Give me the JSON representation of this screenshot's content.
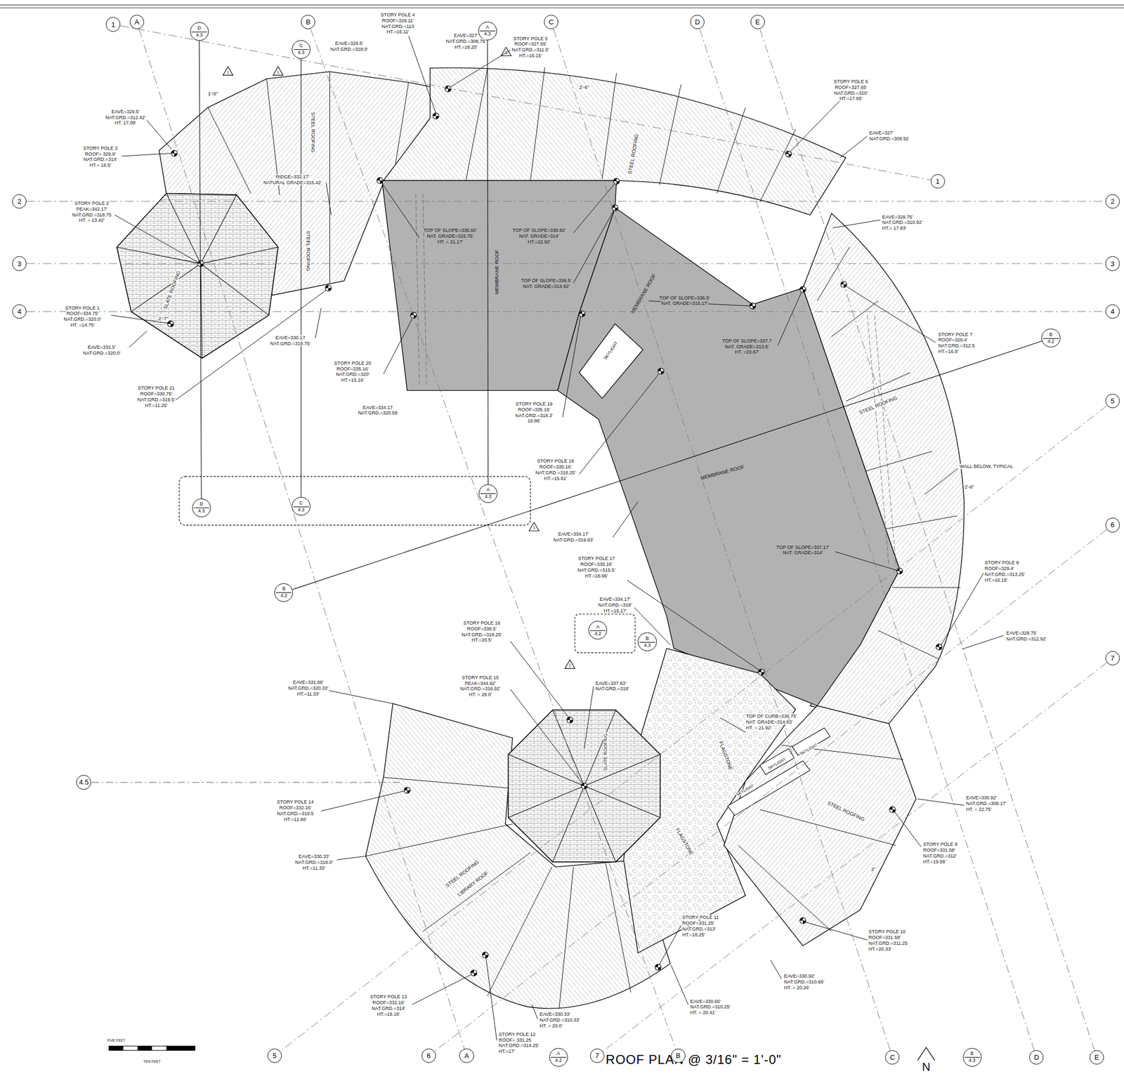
{
  "diagram": {
    "title": "ROOF PLAN @ 3/16\" = 1'-0\"",
    "nodes": [
      {
        "text": [
          "1"
        ]
      },
      {
        "text": [
          "A"
        ]
      },
      {
        "text": [
          "B"
        ]
      },
      {
        "text": [
          "C"
        ]
      },
      {
        "text": [
          "D"
        ]
      },
      {
        "text": [
          "E"
        ]
      },
      {
        "text": [
          "1"
        ]
      },
      {
        "text": [
          "2"
        ]
      },
      {
        "text": [
          "2"
        ]
      },
      {
        "text": [
          "3"
        ]
      },
      {
        "text": [
          "3"
        ]
      },
      {
        "text": [
          "4"
        ]
      },
      {
        "text": [
          "4"
        ]
      },
      {
        "text": [
          "5"
        ]
      },
      {
        "text": [
          "6"
        ]
      },
      {
        "text": [
          "7"
        ]
      },
      {
        "text": [
          "4.5"
        ]
      },
      {
        "text": [
          "5"
        ]
      },
      {
        "text": [
          "6"
        ]
      },
      {
        "text": [
          "A"
        ]
      },
      {
        "text": [
          "7"
        ]
      },
      {
        "text": [
          "B"
        ]
      },
      {
        "text": [
          "C"
        ]
      },
      {
        "text": [
          "D"
        ]
      },
      {
        "text": [
          "E"
        ]
      },
      {
        "text": [
          "D",
          "4.3"
        ]
      },
      {
        "text": [
          "C",
          "4.3"
        ]
      },
      {
        "text": [
          "A",
          "4.3"
        ]
      },
      {
        "text": [
          "B",
          "4.2"
        ]
      },
      {
        "text": [
          "D",
          "4.3"
        ]
      },
      {
        "text": [
          "C",
          "4.3"
        ]
      },
      {
        "text": [
          "A",
          "4.3"
        ]
      },
      {
        "text": [
          "B",
          "4.2"
        ]
      },
      {
        "text": [
          "A",
          "4.2"
        ]
      },
      {
        "text": [
          "B",
          "4.3"
        ]
      },
      {
        "text": [
          "A",
          "4.2"
        ]
      },
      {
        "text": [
          "B",
          "4.3"
        ]
      }
    ],
    "edges": [
      {
        "from": 0,
        "to": 6,
        "arrow": "none"
      },
      {
        "from": 7,
        "to": 8,
        "arrow": "none"
      },
      {
        "from": 9,
        "to": 10,
        "arrow": "none"
      },
      {
        "from": 11,
        "to": 12,
        "arrow": "none"
      },
      {
        "from": 1,
        "to": 19,
        "arrow": "none"
      },
      {
        "from": 2,
        "to": 21,
        "arrow": "none"
      },
      {
        "from": 3,
        "to": 22,
        "arrow": "none"
      },
      {
        "from": 4,
        "to": 23,
        "arrow": "none"
      },
      {
        "from": 5,
        "to": 24,
        "arrow": "none"
      },
      {
        "from": 13,
        "to": 17,
        "arrow": "none"
      },
      {
        "from": 14,
        "to": 18,
        "arrow": "none"
      },
      {
        "from": 15,
        "to": 20,
        "arrow": "none"
      },
      {
        "from": 25,
        "to": 29,
        "arrow": "none"
      },
      {
        "from": 26,
        "to": 30,
        "arrow": "none"
      },
      {
        "from": 27,
        "to": 31,
        "arrow": "none"
      },
      {
        "from": 28,
        "to": 32,
        "arrow": "none"
      }
    ],
    "labels": [
      "STORY POLE 4",
      "ROOF=329.11'",
      "NAT.GRD.=113",
      "HT.=16.11'",
      "EAVE=329.5'",
      "NAT.GRD.=318.0'",
      "EAVE=327'",
      "NAT.GRD.=308.75'",
      "HT.=18.25'",
      "STORY POLE 5",
      "ROOF=327.65'",
      "NAT.GRD.=311.5'",
      "HT.=16.15'",
      "STORY POLE 6",
      "ROOF=327.65'",
      "NAT.GRD.=310'",
      "HT.=17.65'",
      "EAVE=327'",
      "NAT.GRD.=308.92",
      "EAVE=329.5'",
      "NAT.GRD.=312.42'",
      "HT. 17.08'",
      "STORY POLE 3",
      "ROOF= 329.9'",
      "NAT.GRD.=314'",
      "HT.= 18.5'",
      "RIDGE=333.17'",
      "NATURAL GRADE=316.42'",
      "STORY POLE 2",
      "PEAK=342.17'",
      "NAT.GRD.=318.75",
      "HT. = 23.42'",
      "TOP OF SLOPE=336.92'",
      "NAT. GRADE=315.75'",
      "HT. = 21.17'",
      "TOP OF SLOPE=336.92'",
      "NAT. GRADE=314'",
      "HT.=22.92'",
      "TOP OF SLOPE=336.5'",
      "NAT. GRADE=314.92'",
      "TOP OF SLOPE=336.5'",
      "NAT. GRADE=315.17'",
      "EAVE=328.75'",
      "NAT.GRD.=310.92'",
      "HT.= 17.83'",
      "STORY POLE 1",
      "ROOF=334.75'",
      "NAT.GRD.=320.0'",
      "HT. =14.75'",
      "EAVE=332.5'",
      "NAT.GRD.=320.0'",
      "EAVE=330.17",
      "NAT.GRD.=319.75'",
      "TOP OF SLOPE=337.7",
      "NAT. GRADE=313.5'",
      "HT. =23.67'",
      "STORY POLE 7",
      "ROOF=329.4'",
      "NAT.GRD.=312.5",
      "HT.=16.9'",
      "STORY POLE 20",
      "ROOF=335.16'",
      "NAT.GRD.=320'",
      "HT.=15.16'",
      "STORY POLE 21",
      "ROOF=330.75'",
      "NAT.GRD.=319.5'",
      "HT.=11.25'",
      "EAVE=334.17",
      "NAT.GRD.=320.58",
      "STORY POLE 19",
      "ROOF=335.16'",
      "NAT.GRD.=318.3'",
      "16.86'",
      "WALL BELOW, TYPICAL",
      "2'-6\"",
      "STORY POLE 18",
      "ROOF=335.16'",
      "NAT.GRD.=318.25'",
      "HT.=15.91'",
      "EAVE=334.17'",
      "NAT.GRD.=319.83'",
      "TOP OF SLOPE=337.17'",
      "NAT. GRADE=314'",
      "STORY POLE 17",
      "ROOF=335.16'",
      "NAT.GRD.=315.5'",
      "HT.=18.66'",
      "EAVE=334.17'",
      "NAT.GRD.=318'",
      "HT.=15.17'",
      "STORY POLE 8",
      "ROOF=329.4'",
      "NAT.GRD.=313.25'",
      "HT.=16.15'",
      "EAVE=329.75'",
      "NAT.GRD.=312.92'",
      "STORY POLE 16",
      "ROOF=338.5'",
      "NAT.GRD.=318.25'",
      "HT.=20.5'",
      "STORY POLE 15",
      "PEAK=344.92'",
      "NAT.GRD.=316.92'",
      "HT. = 28.0'",
      "EAVE=337.83'",
      "NAT.GRD.=318'",
      "EAVE=331.66'",
      "NAT.GRD.=320.33'",
      "HT.=11.33'",
      "TOP OF CURB=336.75'",
      "NAT. GRADE=314.83'",
      "HT. = 21.92'",
      "STORY POLE 14",
      "ROOF=332.16'",
      "NAT.GRD.=319.5",
      "HT.=12.66'",
      "EAVE=330.92'",
      "NAT.GRD.=308.17'",
      "HT. = 22.75'",
      "EAVE=330.33'",
      "NAT.GRD.=319.0'",
      "HT.=11.33'",
      "STORY POLE 9",
      "ROOF=331.58'",
      "NAT.GRD.=312'",
      "HT.=19.58'",
      "STORY POLE 11",
      "ROOF=331.25'",
      "NAT.GRD.=313'",
      "HT.=18.25'",
      "STORY POLE 10",
      "ROOF=331.58'",
      "NAT.GRD.=311.25",
      "HT.=20.33'",
      "EAVE=330.92'",
      "NAT.GRD.=310.66'",
      "HT. = 20.26'",
      "STORY POLE 13",
      "ROOF=332.16'",
      "NAT.GRD.=314'",
      "HT.=18.16'",
      "EAVE=330.66'",
      "NAT.GRD.=310.25'",
      "HT. = 20.41'",
      "EAVE=330.33'",
      "NAT.GRD.=310.33'",
      "HT. = 20.0'",
      "STORY POLE 12",
      "ROOF= 331.25",
      "NAT.GRD.=314.25'",
      "HT.=17'",
      "STEEL ROOFING",
      "STEEL ROOFING",
      "STEEL ROOFING",
      "MEMBRANE ROOF",
      "MEMBRANE ROOF",
      "MEMBRANE ROOF",
      "STEEL ROOFING",
      "SLATE ROOFING",
      "STEEL ROOFING",
      "STEEL ROOFING",
      "LIBRARY ROOF",
      "FLAGSTONE",
      "FLAGSTONE",
      "SLATE ROOFING",
      "SKYLIGHT",
      "SKYLIGHT",
      "SKYLIGHT",
      "SKYLIGHT",
      "1'-6\"",
      "2'-6\"",
      "2'-7\"",
      "2'",
      "FIVE FEET",
      "TEN FEET",
      "1",
      "1",
      "1",
      "1",
      "1",
      "N"
    ]
  }
}
